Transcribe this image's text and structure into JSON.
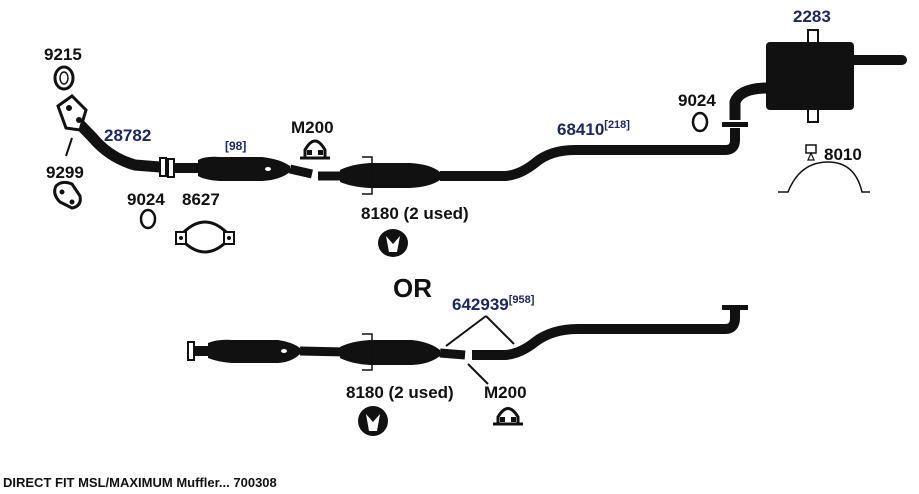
{
  "parts": {
    "p9215": "9215",
    "p28782": "28782",
    "p9299": "9299",
    "p9024_left": "9024",
    "p8627": "8627",
    "p98": "[98]",
    "pM200_top": "M200",
    "p8180_top": "8180 (2 used)",
    "p68410": "68410",
    "p68410_sup": "[218]",
    "p9024_right": "9024",
    "p2283": "2283",
    "p8010": "8010",
    "or_text": "OR",
    "p642939": "642939",
    "p642939_sup": "[958]",
    "p8180_bottom": "8180 (2 used)",
    "pM200_bottom": "M200"
  },
  "caption": "DIRECT FIT MSL/MAXIMUM Muffler... 700308",
  "colors": {
    "part_ink": "#111111",
    "part_number_blue": "#1c2660",
    "background": "#ffffff"
  }
}
